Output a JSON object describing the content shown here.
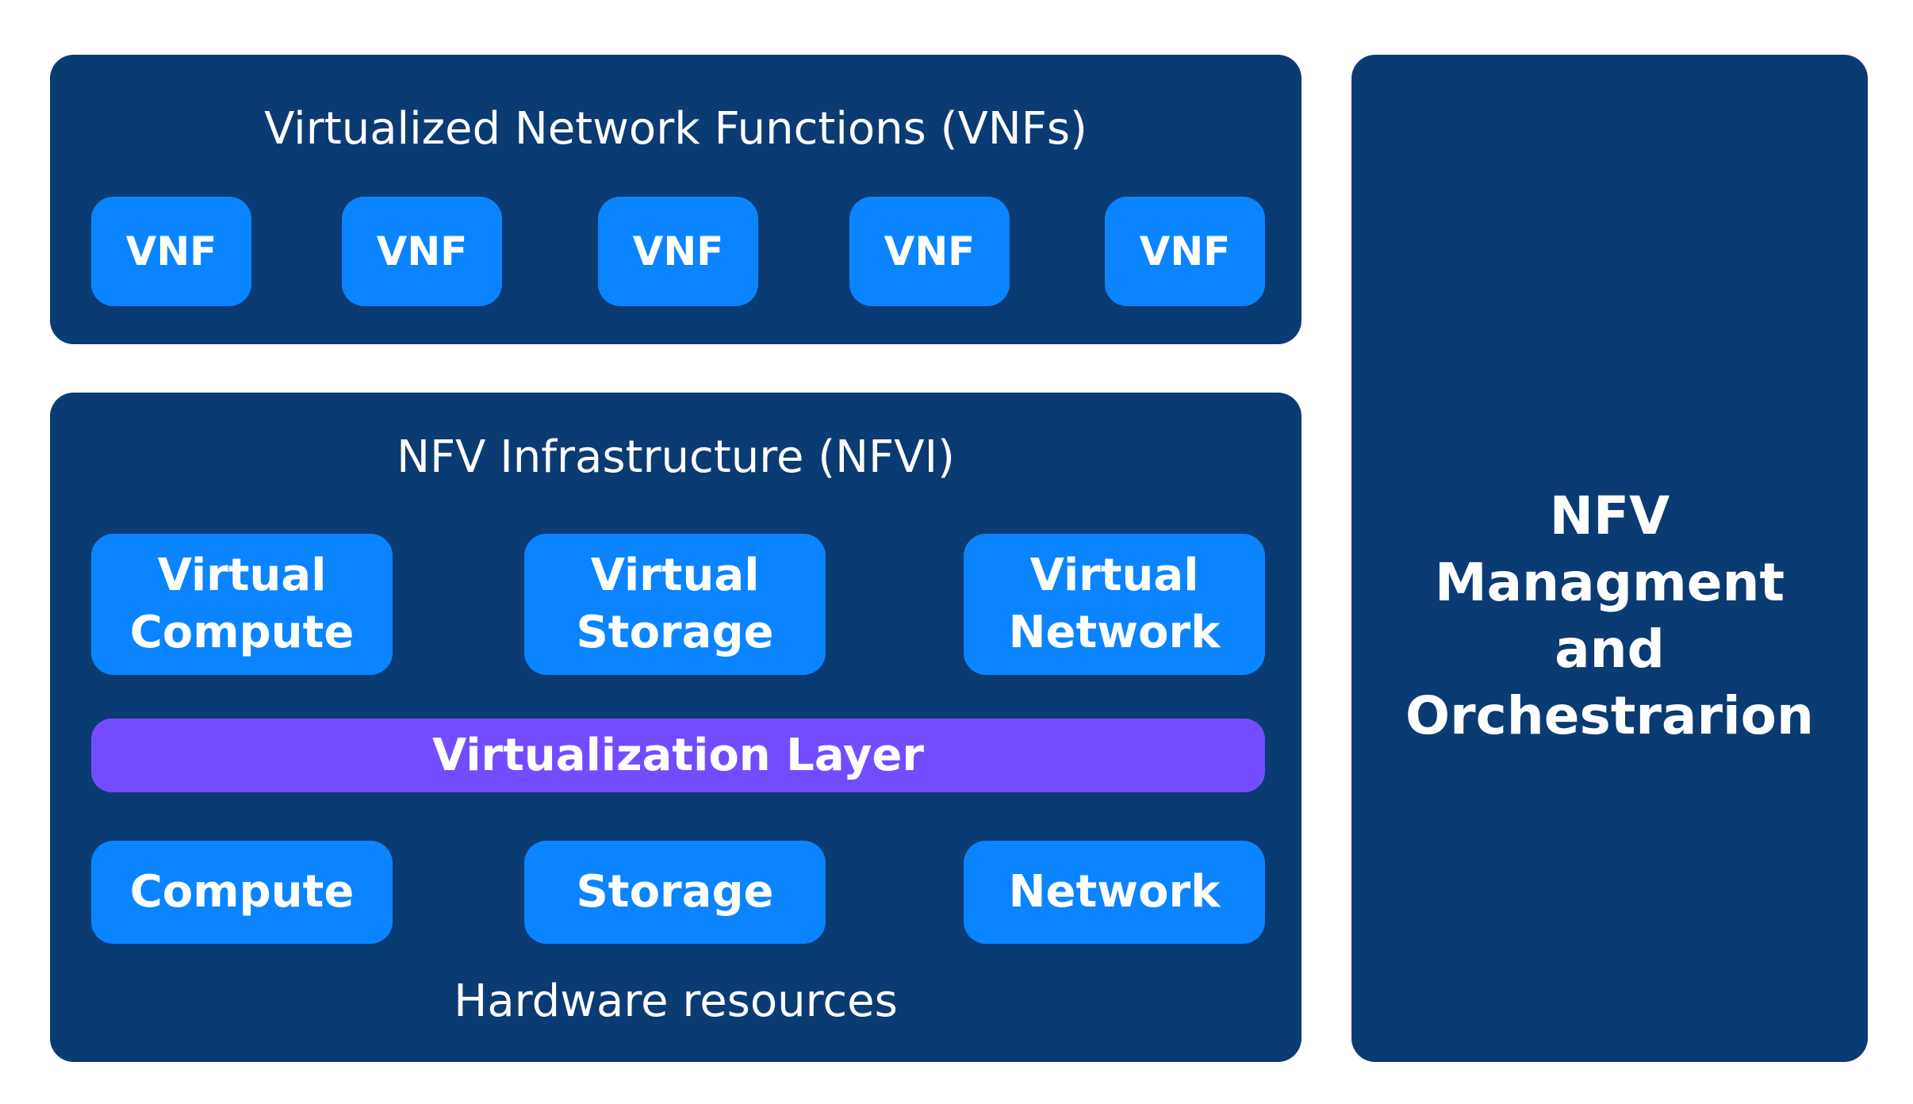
{
  "vnfs": {
    "title": "Virtualized Network Functions (VNFs)",
    "items": [
      "VNF",
      "VNF",
      "VNF",
      "VNF",
      "VNF"
    ]
  },
  "nfvi": {
    "title": "NFV Infrastructure (NFVI)",
    "virtual_resources": [
      "Virtual\nCompute",
      "Virtual\nStorage",
      "Virtual\nNetwork"
    ],
    "virtualization_layer": "Virtualization Layer",
    "hardware_resources": [
      "Compute",
      "Storage",
      "Network"
    ],
    "hardware_label": "Hardware resources"
  },
  "mano": {
    "label": "NFV\nManagment\nand\nOrchestrarion"
  },
  "colors": {
    "panel": "#0a3b73",
    "box": "#0a84ff",
    "layer": "#744cff",
    "text": "#ffffff"
  }
}
